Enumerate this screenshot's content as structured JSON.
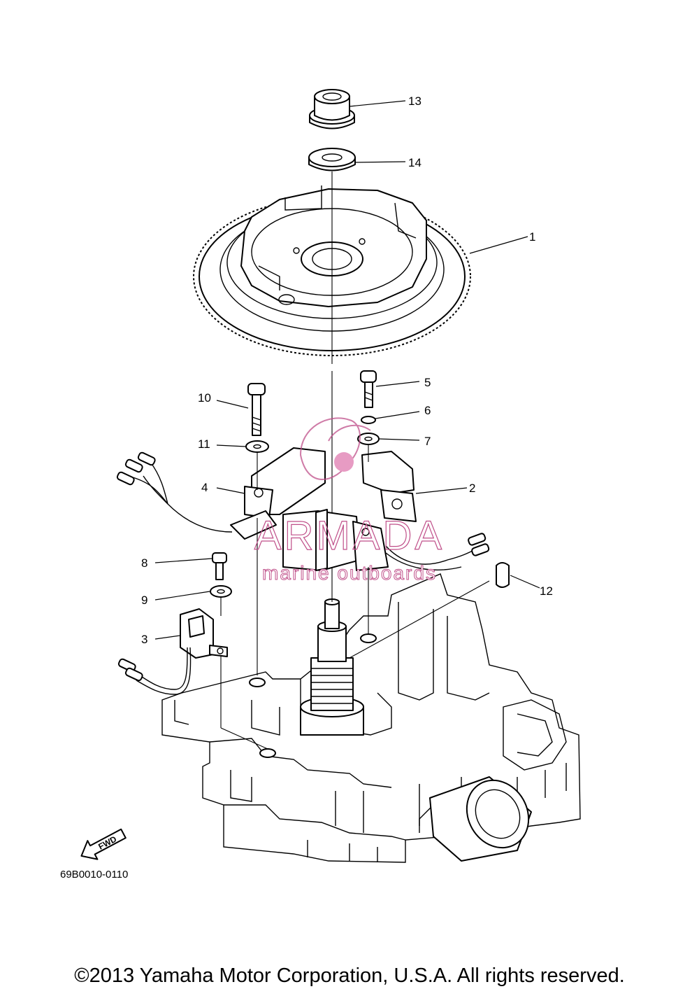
{
  "callouts": [
    {
      "number": "1"
    },
    {
      "number": "2"
    },
    {
      "number": "3"
    },
    {
      "number": "4"
    },
    {
      "number": "5"
    },
    {
      "number": "6"
    },
    {
      "number": "7"
    },
    {
      "number": "8"
    },
    {
      "number": "9"
    },
    {
      "number": "10"
    },
    {
      "number": "11"
    },
    {
      "number": "12"
    },
    {
      "number": "13"
    },
    {
      "number": "14"
    }
  ],
  "fwd_label": "FWD",
  "diagram_code": "69B0010-0110",
  "watermark": {
    "name": "ARMADA",
    "tagline": "marine outboards",
    "color": "#c0508a"
  },
  "copyright": "©2013 Yamaha Motor Corporation, U.S.A. All rights reserved."
}
